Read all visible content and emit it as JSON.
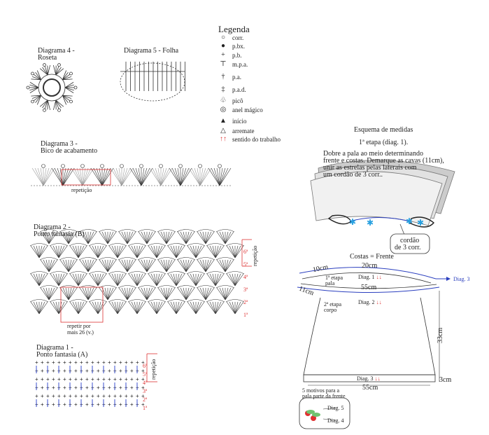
{
  "legend": {
    "title": "Legenda",
    "items": [
      {
        "symbol": "○",
        "label": "corr."
      },
      {
        "symbol": "●",
        "label": "p.bx."
      },
      {
        "symbol": "+",
        "label": "p.b."
      },
      {
        "symbol": "⊤",
        "label": "m.p.a."
      },
      {
        "symbol": "†",
        "label": "p.a."
      },
      {
        "symbol": "‡",
        "label": "p.a.d."
      },
      {
        "symbol": "♧",
        "label": "picô"
      },
      {
        "symbol": "◎",
        "label": "anel mágico"
      },
      {
        "symbol": "▲",
        "label": "início"
      },
      {
        "symbol": "△",
        "label": "arremate"
      },
      {
        "symbol": "↑↑",
        "label": "sentido do trabalho"
      }
    ]
  },
  "diagram4": {
    "title": "Diagrama 4 -",
    "subtitle": "Roseta"
  },
  "diagram5": {
    "title": "Diagrama 5 - Folha"
  },
  "diagram3": {
    "title": "Diagrama 3 -",
    "subtitle": "Bico de acabamento",
    "repeat_label": "repetição"
  },
  "diagram2": {
    "title": "Diagrama 2 -",
    "subtitle": "Ponto fantasia (B)",
    "repeat_label": "repetição",
    "repeat_note_1": "repetir por",
    "repeat_note_2": "mais 26 (v.)",
    "row_numbers": [
      "6ª",
      "5ª",
      "4ª",
      "3ª",
      "2ª",
      "1ª"
    ]
  },
  "diagram1": {
    "title": "Diagrama 1 -",
    "subtitle": "Ponto fantasia (A)",
    "repeat_label": "repetição",
    "row_numbers": [
      "6ª",
      "5ª",
      "4ª",
      "3ª",
      "2ª",
      "1ª"
    ]
  },
  "measures": {
    "title": "Esquema de medidas",
    "stage1": "1ª etapa (diag. 1).",
    "instr_1": "Dobre a pala ao meio determinando",
    "instr_2": "frente e costas.  Demarque as cavas (11cm),",
    "instr_3": "unir as estrelas pelas laterais com",
    "instr_4": "um cordão de 3 corr..",
    "cord_1": "cordão",
    "cord_2": "de 3 corr.",
    "back_front": "Costas = Frente",
    "m_20": "20cm",
    "m_10": "10cm",
    "m_11": "11cm",
    "m_55_top": "55cm",
    "m_55_bottom": "55cm",
    "m_33": "33cm",
    "m_3": "3cm",
    "diag1": "Diag. 1",
    "diag2": "Diag. 2",
    "diag3_side": "Diag. 3",
    "diag3_bottom": "Diag. 3",
    "arrows": "↓↓",
    "stage1_label_1": "1ª etapa",
    "stage1_label_2": "pala",
    "stage2_label_1": "2ª etapa",
    "stage2_label_2": "corpo",
    "motifs_1": "5 motivos para a",
    "motifs_2": "pala parte da frente",
    "diag5": "Diag. 5",
    "diag4": "Diag. 4"
  },
  "colors": {
    "red": "#dd3333",
    "blue": "#2b3fbf",
    "gray": "#888888"
  }
}
